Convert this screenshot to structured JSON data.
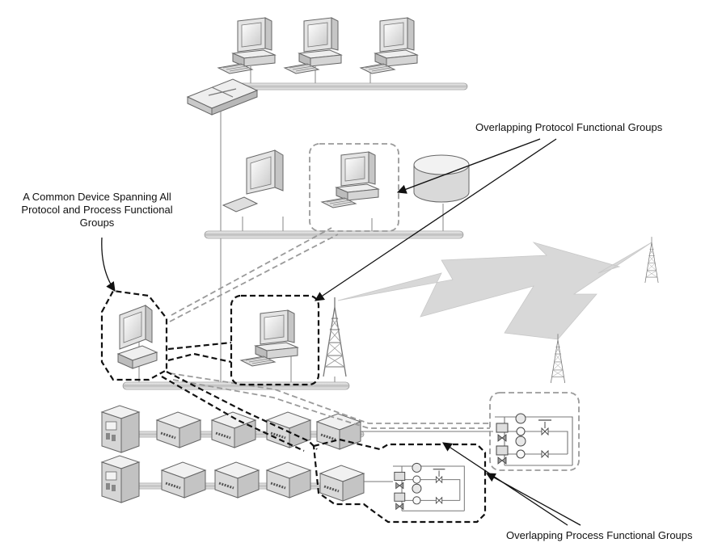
{
  "labels": {
    "protocol_groups": "Overlapping Protocol Functional Groups",
    "common_device": "A Common Device Spanning All Protocol and Process Functional Groups",
    "process_groups": "Overlapping Process Functional Groups"
  },
  "colors": {
    "device_fill": "#e6e6e6",
    "device_stroke": "#6a6a6a",
    "group_black": "#111111",
    "group_gray": "#9a9a9a",
    "wireless": "#d3d3d3"
  }
}
